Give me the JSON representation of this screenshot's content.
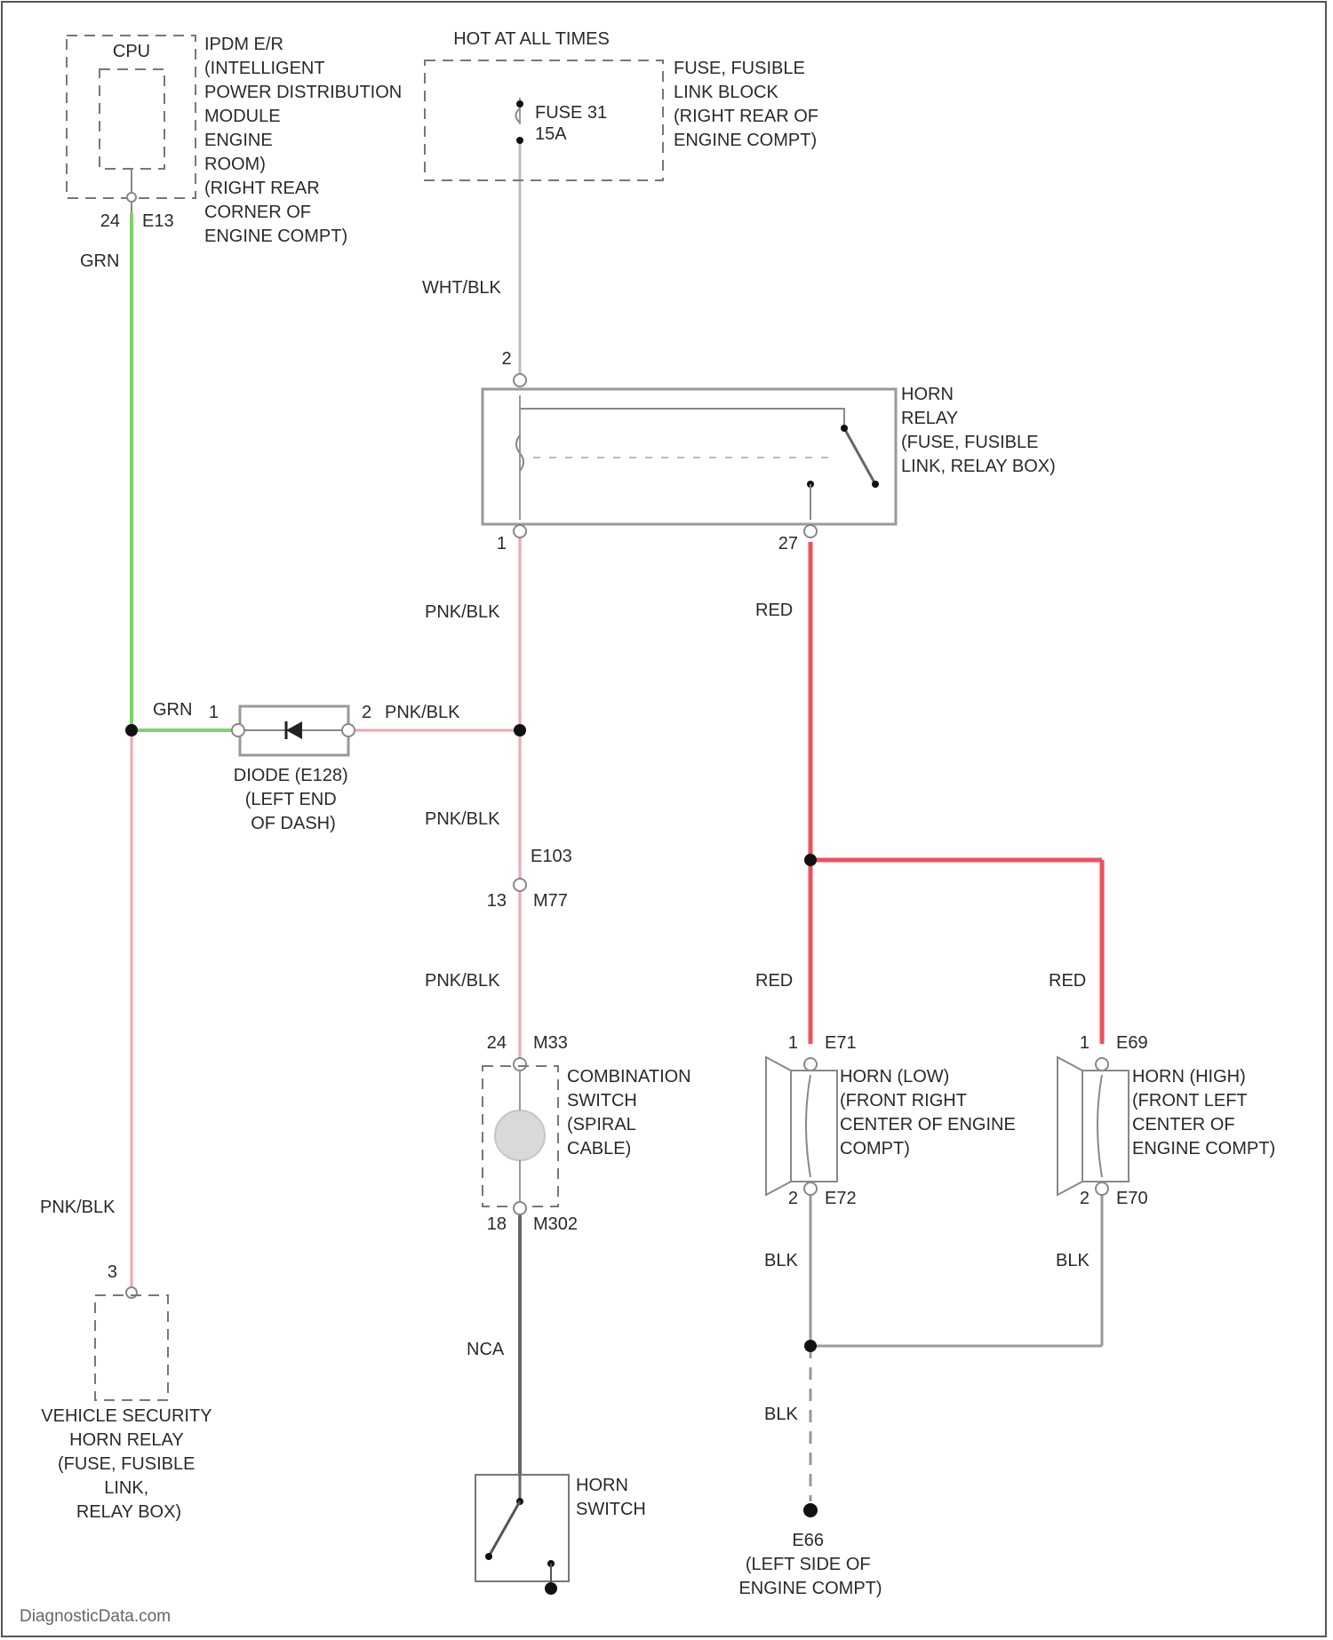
{
  "ipdm": {
    "cpu_label": "CPU",
    "desc": [
      "IPDM E/R",
      "(INTELLIGENT",
      "POWER DISTRIBUTION",
      "MODULE",
      "ENGINE",
      "ROOM)",
      "(RIGHT REAR",
      "CORNER OF",
      "ENGINE COMPT)"
    ],
    "pin": "24",
    "connector": "E13"
  },
  "fuse_block": {
    "header": "HOT AT ALL TIMES",
    "fuse_line1": "FUSE 31",
    "fuse_line2": "15A",
    "desc": [
      "FUSE, FUSIBLE",
      "LINK BLOCK",
      "(RIGHT REAR OF",
      "ENGINE COMPT)"
    ]
  },
  "horn_relay": {
    "desc": [
      "HORN",
      "RELAY",
      "(FUSE, FUSIBLE",
      "LINK, RELAY BOX)"
    ],
    "pin_top": "2",
    "pin_bottom_left": "1",
    "pin_bottom_right": "27"
  },
  "diode": {
    "pin_left": "1",
    "pin_right": "2",
    "desc": [
      "DIODE (E128)",
      "(LEFT END",
      "OF DASH)"
    ]
  },
  "connector_e103": {
    "name": "E103",
    "pin": "13",
    "mate": "M77"
  },
  "combination_switch": {
    "pin_top": "24",
    "conn_top": "M33",
    "pin_bottom": "18",
    "conn_bottom": "M302",
    "desc": [
      "COMBINATION",
      "SWITCH",
      "(SPIRAL",
      "CABLE)"
    ]
  },
  "horn_low": {
    "pin_top": "1",
    "conn_top": "E71",
    "pin_bottom": "2",
    "conn_bottom": "E72",
    "desc": [
      "HORN (LOW)",
      "(FRONT RIGHT",
      "CENTER OF ENGINE",
      "COMPT)"
    ]
  },
  "horn_high": {
    "pin_top": "1",
    "conn_top": "E69",
    "pin_bottom": "2",
    "conn_bottom": "E70",
    "desc": [
      "HORN (HIGH)",
      "(FRONT LEFT",
      "CENTER OF",
      "ENGINE COMPT)"
    ]
  },
  "security_relay": {
    "pin": "3",
    "desc": [
      "VEHICLE SECURITY",
      "HORN RELAY",
      "(FUSE, FUSIBLE",
      "LINK,",
      "RELAY BOX)"
    ]
  },
  "horn_switch": {
    "desc": [
      "HORN",
      "SWITCH"
    ]
  },
  "ground": {
    "desc": [
      "E66",
      "(LEFT SIDE OF",
      "ENGINE COMPT)"
    ]
  },
  "wire_colors": {
    "grn_top": "GRN",
    "grn_mid": "GRN",
    "wht_blk": "WHT/BLK",
    "pnk_blk_1": "PNK/BLK",
    "pnk_blk_2": "PNK/BLK",
    "pnk_blk_3": "PNK/BLK",
    "pnk_blk_4": "PNK/BLK",
    "pnk_blk_5": "PNK/BLK",
    "red_1": "RED",
    "red_2": "RED",
    "red_3": "RED",
    "nca": "NCA",
    "blk_1": "BLK",
    "blk_2": "BLK",
    "blk_3": "BLK"
  },
  "watermark": "DiagnosticData.com",
  "colors": {
    "green_wire": "#7dd36b",
    "pink_wire": "#f2a5ad",
    "red_wire": "#f0505e",
    "black_wire": "#999999"
  }
}
